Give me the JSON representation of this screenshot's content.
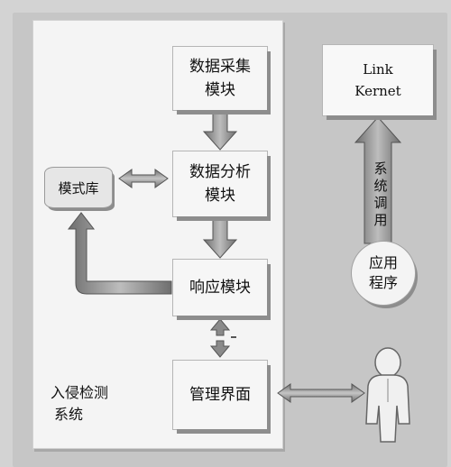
{
  "modules": {
    "collect": [
      "数据采集",
      "模块"
    ],
    "analyze": [
      "数据分析",
      "模块"
    ],
    "respond": "响应模块",
    "ui": "管理界面"
  },
  "pattern_db": "模式库",
  "kernel": [
    "Link",
    "Kernet"
  ],
  "application": [
    "应用",
    "程序"
  ],
  "syscall": [
    "系",
    "统",
    "调",
    "用"
  ],
  "system_label": [
    "入侵检测",
    "系统"
  ]
}
